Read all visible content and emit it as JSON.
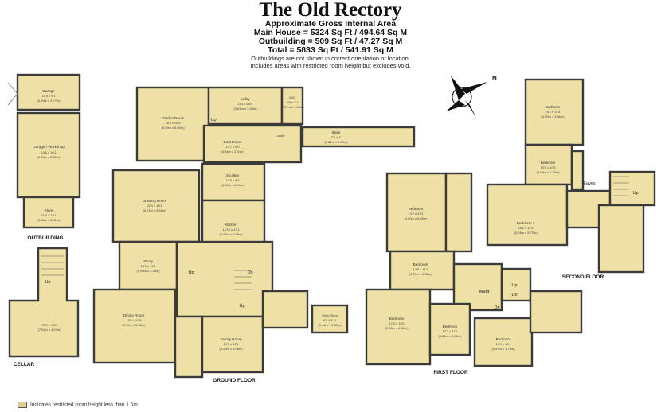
{
  "header": {
    "title": "The Old Rectory",
    "subtitle": "Approximate Gross Internal Area",
    "main_house": "Main House = 5324 Sq Ft / 494.64 Sq M",
    "outbuilding": "Outbuilding = 509 Sq Ft / 47.27 Sq M",
    "total": "Total = 5833 Sq Ft / 541.91 Sq M",
    "note1": "Outbuildings are not shown in correct orientation or location.",
    "note2": "Includes areas with restricted room height but excludes void."
  },
  "compass": {
    "north": "N"
  },
  "floors": {
    "outbuilding": "OUTBUILDING",
    "cellar": "CELLAR",
    "ground": "GROUND FLOOR",
    "first": "FIRST FLOOR",
    "second": "SECOND FLOOR"
  },
  "rooms": {
    "garage1": {
      "name": "Garage",
      "dims": "14'5 x 9'1",
      "metric": "(4.39m x 2.77m)"
    },
    "garage2": {
      "name": "Garage / Workshop",
      "dims": "14'5 x 19'1",
      "metric": "(4.39m x 5.82m)"
    },
    "store_out": {
      "name": "Store",
      "dims": "11'8 x 7'11",
      "metric": "(3.55m x 2.41m)"
    },
    "cellar": {
      "dims": "25'0 x 14'0",
      "metric": "(7.61m x 4.27m)"
    },
    "garden_room": {
      "name": "Garden Room",
      "dims": "18'4 x 16'5",
      "metric": "(5.59m x 5.00m)"
    },
    "utility": {
      "name": "Utility",
      "dims": "11'10 x 8'8",
      "metric": "(3.61m x 2.64m)"
    },
    "wc": {
      "name": "W/C",
      "dims": "6'9 x 5'1",
      "metric": "(2.07m x 1.55m)"
    },
    "boot_room": {
      "name": "Boot Room",
      "dims": "12'7 x 8'0",
      "metric": "(3.84m x 2.44m)"
    },
    "larder": {
      "name": "Larder"
    },
    "store_g": {
      "name": "Store",
      "dims": "12'6 x 4'1",
      "metric": "(3.81m x 1.24m)"
    },
    "scullery": {
      "name": "Scullery",
      "dims": "14'5 x 8'0",
      "metric": "(4.39m x 2.44m)"
    },
    "drawing": {
      "name": "Drawing Room",
      "dims": "22'0 x 18'1",
      "metric": "(6.71m x 5.51m)"
    },
    "kitchen": {
      "name": "Kitchen",
      "dims": "14'10 x 13'1",
      "metric": "(4.52m x 3.99m)"
    },
    "study": {
      "name": "Study",
      "dims": "13'1 x 11'1",
      "metric": "(3.99m x 3.38m)"
    },
    "dining": {
      "name": "Dining Room",
      "dims": "19'8 x 17'6",
      "metric": "(5.99m x 5.33m)"
    },
    "family": {
      "name": "Family Room",
      "dims": "14'9 x 12'1",
      "metric": "(4.50m x 3.68m)"
    },
    "wine": {
      "name": "Wine Store",
      "dims": "8'1 x 5'11",
      "metric": "(2.46m x 1.80m)"
    },
    "bed_f1": {
      "name": "Bedroom",
      "dims": "14'9 x 13'1",
      "metric": "(4.50m x 3.99m)"
    },
    "bed_f2": {
      "name": "Bedroom",
      "dims": "14'8 x 11'1",
      "metric": "(4.47m x 3.38m)"
    },
    "bed_f3": {
      "name": "Bedroom",
      "dims": "17'3 x 15'2",
      "metric": "(5.26m x 4.62m)"
    },
    "bed_f4": {
      "name": "Bedroom",
      "dims": "12'7 x 11'6",
      "metric": "(3.84m x 3.51m)"
    },
    "bed_f5": {
      "name": "Bedroom",
      "dims": "14'4 x 12'4",
      "metric": "(4.37m x 3.76m)"
    },
    "bed_s1": {
      "name": "Bedroom",
      "dims": "16'1 x 11'8",
      "metric": "(4.90m x 3.56m)"
    },
    "bath_s": {
      "name": "Bedroom",
      "dims": "13'5 x 10'6",
      "metric": "(4.09m x 3.20m)"
    },
    "bed_s2": {
      "name": "Bedroom 7",
      "dims": "18'2 x 12'3",
      "metric": "(5.54m x 3.73m)"
    }
  },
  "tags": {
    "up": "Up",
    "dn": "Dn",
    "ward": "Ward",
    "eaves": "Eaves"
  },
  "legend": "Indicates restricted room height less than 1.5m"
}
